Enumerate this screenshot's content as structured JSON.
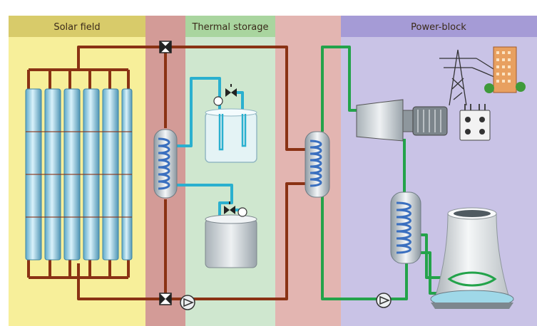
{
  "sections": {
    "solar_field": {
      "label": "Solar field",
      "color": "#f7ef9a",
      "header_color": "#d8cb6a"
    },
    "thermal_storage": {
      "label": "Thermal storage",
      "color": "#cfe7cf",
      "header_color": "#a9d59f"
    },
    "power_block": {
      "label": "Power-block",
      "color": "#c9c3e6",
      "header_color": "#a59bd6"
    }
  },
  "colors": {
    "oil_loop": "#8a3214",
    "salt_loop": "#2ab0cf",
    "steam_loop": "#23a34a",
    "band": "#d39b97"
  },
  "icons": [
    "valve-icon",
    "pump-icon",
    "heat-exchanger-icon",
    "tank-icon",
    "turbine-icon",
    "generator-icon",
    "transformer-icon",
    "power-pylon-icon",
    "building-icon",
    "cooling-tower-icon"
  ]
}
